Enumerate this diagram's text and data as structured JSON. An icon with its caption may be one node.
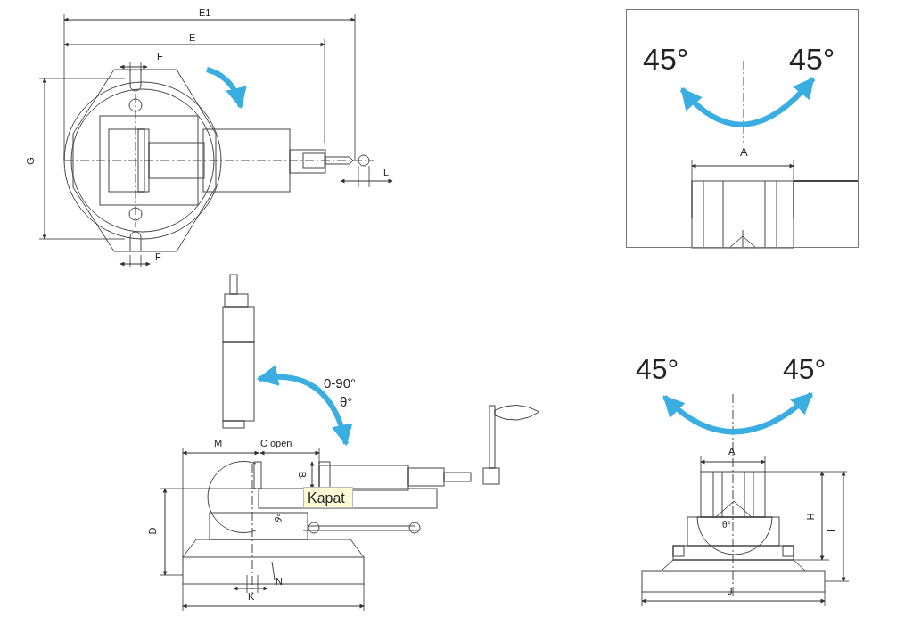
{
  "diagram": {
    "nodes": [
      {
        "text": [
          "45°",
          "45°",
          "A"
        ]
      },
      {
        "text": [
          "Kapat"
        ]
      }
    ],
    "edges": [],
    "labels": [
      "E1",
      "E",
      "F",
      "G",
      "L",
      "F",
      "0-90°",
      "θ°",
      "M",
      "C open",
      "B",
      "D",
      "θ°",
      "K",
      "N",
      "45°",
      "45°",
      "A",
      "θ°",
      "H",
      "I",
      "J"
    ]
  }
}
